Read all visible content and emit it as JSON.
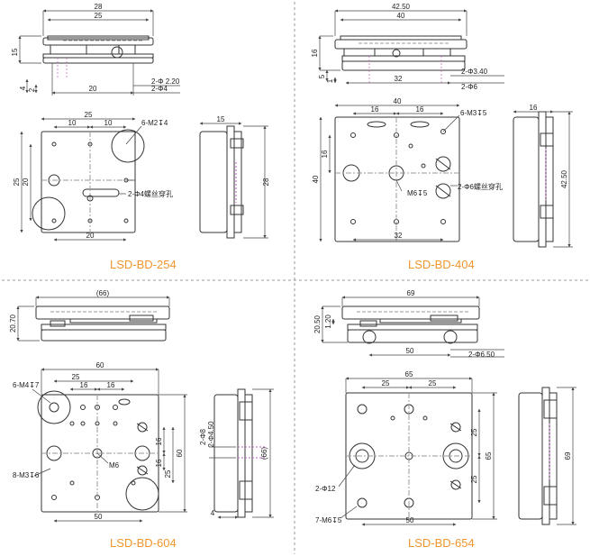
{
  "colors": {
    "line": "#333333",
    "dim": "#444444",
    "center": "#999999",
    "hidden": "#c060c0",
    "divider": "#9a9a9a",
    "model": "#f0962d"
  },
  "models": [
    {
      "name": "LSD-BD-254",
      "top": {
        "d1": "28",
        "d2": "25",
        "d3": "15",
        "d4": "4",
        "d5": "2",
        "d6": "20",
        "d7": "2-Φ 2.20",
        "d8": "2-Φ4"
      },
      "plan": {
        "d1": "25",
        "d2": "10",
        "d3": "10",
        "d4": "6-M2↧4",
        "d5": "25",
        "d6": "20",
        "d7": "2-Φ4螺丝穿孔",
        "d8": "20"
      },
      "side": {
        "d1": "15",
        "d2": "28"
      }
    },
    {
      "name": "LSD-BD-404",
      "top": {
        "d1": "42.50",
        "d2": "40",
        "d3": "16",
        "d4": "5",
        "d5": "1",
        "d6": "32",
        "d7": "2-Φ3.40",
        "d8": "2-Φ6"
      },
      "plan": {
        "d1": "40",
        "d2": "16",
        "d3": "16",
        "d4": "6-M3↧5",
        "d5": "40",
        "d6": "16",
        "d7": "M6↧5",
        "d8": "2-Φ6螺丝穿孔",
        "d9": "32"
      },
      "side": {
        "d1": "16",
        "d2": "42.50"
      }
    },
    {
      "name": "LSD-BD-604",
      "top": {
        "d1": "(66)",
        "d2": "20.70"
      },
      "plan": {
        "d1": "60",
        "d2": "25",
        "d3": "16",
        "d4": "16",
        "d5": "6-M4↧7",
        "d6": "16",
        "d7": "16",
        "d8": "25",
        "d9": "60",
        "d10": "M6",
        "d11": "8-M3↧6",
        "d12": "50"
      },
      "side": {
        "d1": "2-Φ8",
        "d2": "2-Φ4.50",
        "d3": "(66)",
        "d4": "4"
      }
    },
    {
      "name": "LSD-BD-654",
      "top": {
        "d1": "69",
        "d2": "20.50",
        "d3": "1.20",
        "d4": "50",
        "d5": "2-Φ6.50"
      },
      "plan": {
        "d1": "65",
        "d2": "25",
        "d3": "25",
        "d4": "25",
        "d5": "25",
        "d6": "65",
        "d7": "2-Φ12",
        "d8": "7-M6↧5",
        "d9": "50"
      },
      "side": {
        "d1": "69"
      }
    }
  ]
}
